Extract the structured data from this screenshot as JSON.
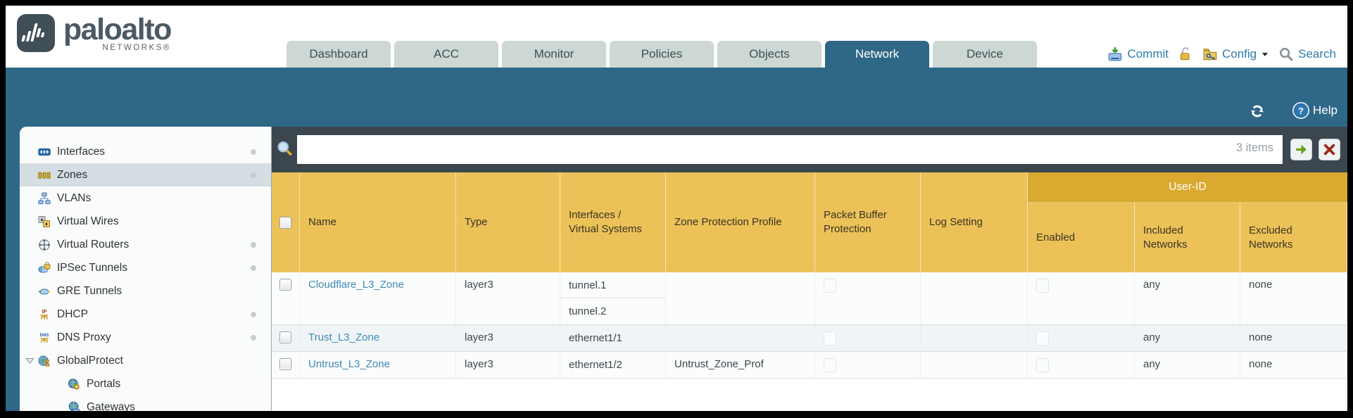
{
  "colors": {
    "teal": "#2f6787",
    "gold": "#ecc258",
    "gold-dark": "#d9a930",
    "bar-dark": "#3c464e",
    "link-blue": "#2d7ba8",
    "zone-link": "#3e8ab2"
  },
  "logo": {
    "brand": "paloalto",
    "sub": "NETWORKS®"
  },
  "tabs": [
    {
      "label": "Dashboard",
      "active": false
    },
    {
      "label": "ACC",
      "active": false
    },
    {
      "label": "Monitor",
      "active": false
    },
    {
      "label": "Policies",
      "active": false
    },
    {
      "label": "Objects",
      "active": false
    },
    {
      "label": "Network",
      "active": true
    },
    {
      "label": "Device",
      "active": false
    }
  ],
  "top_actions": {
    "commit_label": "Commit",
    "config_label": "Config",
    "search_label": "Search"
  },
  "banner": {
    "help_label": "Help"
  },
  "sidebar": {
    "items": [
      {
        "label": "Interfaces",
        "icon": "interfaces-icon",
        "dot": true
      },
      {
        "label": "Zones",
        "icon": "zones-icon",
        "selected": true,
        "dot": true
      },
      {
        "label": "VLANs",
        "icon": "vlans-icon"
      },
      {
        "label": "Virtual Wires",
        "icon": "virtual-wires-icon"
      },
      {
        "label": "Virtual Routers",
        "icon": "virtual-routers-icon",
        "dot": true
      },
      {
        "label": "IPSec Tunnels",
        "icon": "ipsec-tunnels-icon",
        "dot": true
      },
      {
        "label": "GRE Tunnels",
        "icon": "gre-tunnels-icon"
      },
      {
        "label": "DHCP",
        "icon": "dhcp-icon",
        "dot": true
      },
      {
        "label": "DNS Proxy",
        "icon": "dns-proxy-icon",
        "dot": true
      },
      {
        "label": "GlobalProtect",
        "icon": "globalprotect-icon",
        "expander": true
      },
      {
        "label": "Portals",
        "icon": "portals-icon",
        "child": true
      },
      {
        "label": "Gateways",
        "icon": "gateways-icon",
        "child": true
      }
    ]
  },
  "filter": {
    "value": "",
    "items_count": "3 items"
  },
  "table": {
    "user_id_group_label": "User-ID",
    "columns": [
      "Name",
      "Type",
      "Interfaces / Virtual Systems",
      "Zone Protection Profile",
      "Packet Buffer Protection",
      "Log Setting",
      "Enabled",
      "Included Networks",
      "Excluded Networks"
    ],
    "rows": [
      {
        "name": "Cloudflare_L3_Zone",
        "type": "layer3",
        "interfaces": [
          "tunnel.1",
          "tunnel.2"
        ],
        "zone_protection_profile": "",
        "packet_buffer_protection": false,
        "log_setting": "",
        "user_id_enabled": false,
        "included_networks": "any",
        "excluded_networks": "none"
      },
      {
        "name": "Trust_L3_Zone",
        "type": "layer3",
        "interfaces": [
          "ethernet1/1"
        ],
        "zone_protection_profile": "",
        "packet_buffer_protection": false,
        "log_setting": "",
        "user_id_enabled": false,
        "included_networks": "any",
        "excluded_networks": "none"
      },
      {
        "name": "Untrust_L3_Zone",
        "type": "layer3",
        "interfaces": [
          "ethernet1/2"
        ],
        "zone_protection_profile": "Untrust_Zone_Prof",
        "packet_buffer_protection": false,
        "log_setting": "",
        "user_id_enabled": false,
        "included_networks": "any",
        "excluded_networks": "none"
      }
    ]
  }
}
